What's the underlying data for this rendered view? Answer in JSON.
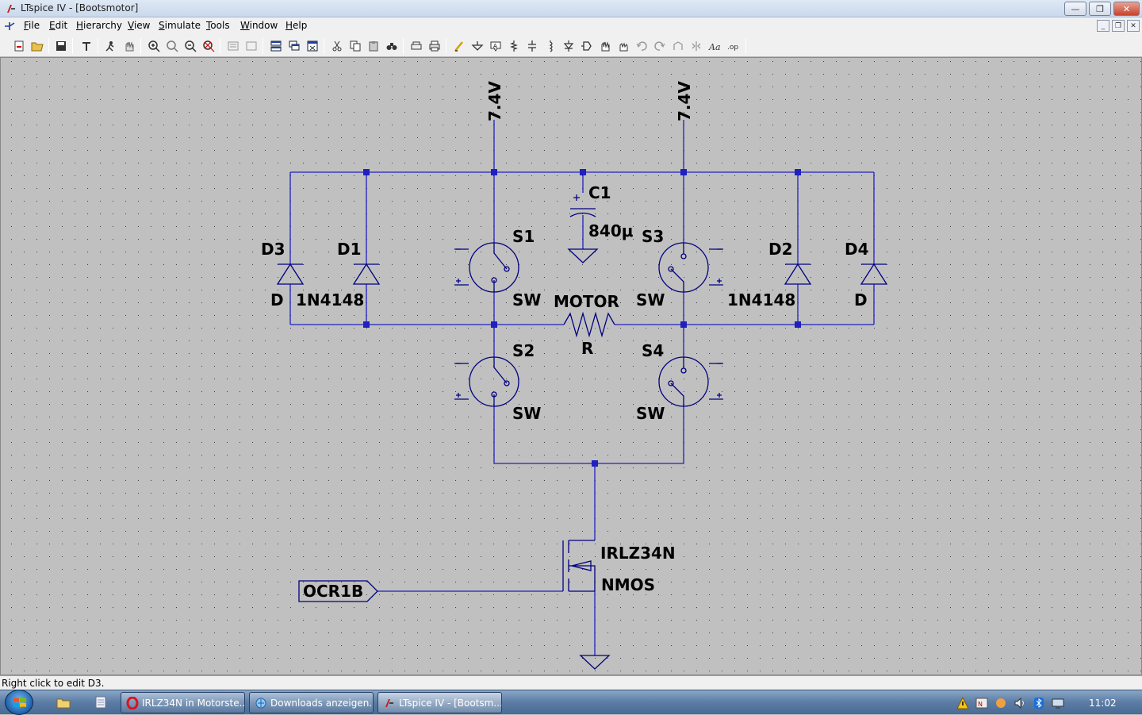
{
  "window": {
    "title": "LTspice IV - [Bootsmotor]"
  },
  "menu": [
    {
      "label": "File",
      "mnemonic": "F"
    },
    {
      "label": "Edit",
      "mnemonic": "E"
    },
    {
      "label": "Hierarchy",
      "mnemonic": "H"
    },
    {
      "label": "View",
      "mnemonic": "V"
    },
    {
      "label": "Simulate",
      "mnemonic": "S"
    },
    {
      "label": "Tools",
      "mnemonic": "T"
    },
    {
      "label": "Window",
      "mnemonic": "W"
    },
    {
      "label": "Help",
      "mnemonic": "H"
    }
  ],
  "toolbar": {
    "icons": [
      "new-schematic-icon",
      "open-icon",
      "save-icon",
      "control-panel-icon",
      "run-icon",
      "halt-icon",
      "zoom-in-icon",
      "pan-icon",
      "zoom-out-icon",
      "zoom-fit-icon",
      "autoscale-icon",
      "tile-horizontal-icon",
      "tile-vertical-icon",
      "cascade-icon",
      "close-all-icon",
      "cut-icon",
      "copy-icon",
      "paste-icon",
      "find-icon",
      "print-setup-icon",
      "print-icon",
      "wire-icon",
      "ground-icon",
      "label-net-icon",
      "resistor-icon",
      "capacitor-icon",
      "inductor-icon",
      "diode-icon",
      "component-icon",
      "move-icon",
      "drag-icon",
      "undo-icon",
      "redo-icon",
      "rotate-icon",
      "mirror-icon",
      "text-icon",
      "spice-directive-icon"
    ]
  },
  "schematic": {
    "supply_left": "7.4V",
    "supply_right": "7.4V",
    "c1_name": "C1",
    "c1_value": "840μ",
    "d3_name": "D3",
    "d3_model": "D",
    "d1_name": "D1",
    "d1_model": "1N4148",
    "d2_name": "D2",
    "d2_model": "1N4148",
    "d4_name": "D4",
    "d4_model": "D",
    "s1_name": "S1",
    "s1_model": "SW",
    "s3_name": "S3",
    "s3_model": "SW",
    "s2_name": "S2",
    "s2_model": "SW",
    "s4_name": "S4",
    "s4_model": "SW",
    "motor_name": "MOTOR",
    "motor_type": "R",
    "mosfet_model": "IRLZ34N",
    "mosfet_type": "NMOS",
    "net_label": "OCR1B",
    "wire_color": "#2020c0",
    "component_color": "#000080",
    "background_color": "#c0c0c0"
  },
  "status": {
    "text": "Right click to edit D3."
  },
  "taskbar": {
    "tasks": [
      {
        "label": "IRLZ34N in Motorste...",
        "icon": "opera-icon"
      },
      {
        "label": "Downloads anzeigen...",
        "icon": "browser-icon"
      },
      {
        "label": "LTspice IV - [Bootsm...",
        "icon": "ltspice-icon"
      }
    ],
    "clock": "11:02"
  }
}
